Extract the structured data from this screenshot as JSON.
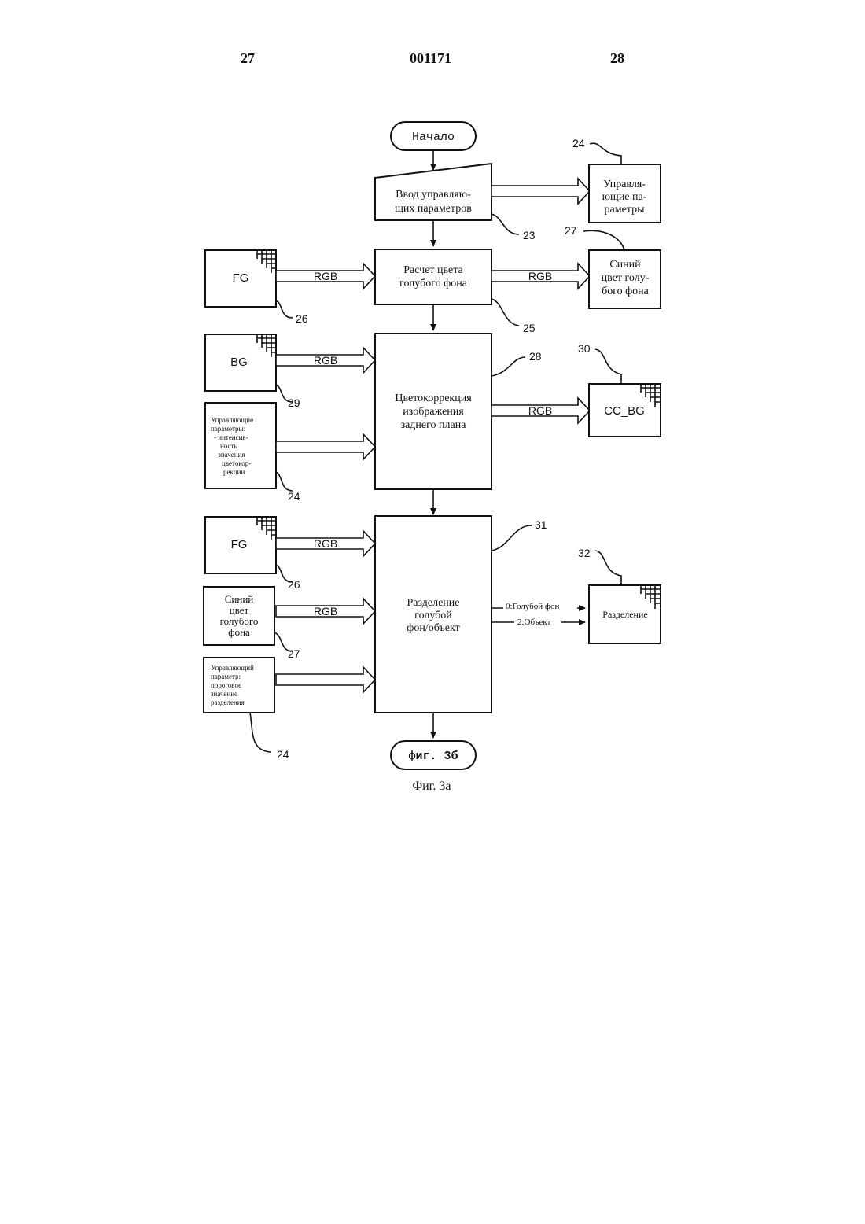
{
  "header": {
    "left_page": "27",
    "center_number": "001171",
    "right_page": "28"
  },
  "start": "Начало",
  "end": "фиг. 3б",
  "caption": "Фиг. 3а",
  "input_block": {
    "lines": [
      "Ввод управляю-",
      "щих параметров"
    ],
    "ref": "23"
  },
  "control_out": {
    "lines": [
      "Управля-",
      "ющие па-",
      "раметры"
    ],
    "ref": "24"
  },
  "calc_block": {
    "lines": [
      "Расчет цвета",
      "голубого фона"
    ],
    "ref": "25"
  },
  "blue_out": {
    "lines": [
      "Синий",
      "цвет голу-",
      "бого фона"
    ],
    "ref": "27"
  },
  "fg1": {
    "label": "FG",
    "ref": "26"
  },
  "bg": {
    "label": "BG",
    "ref": "29"
  },
  "cc_params": {
    "lines": [
      "Управляющие",
      "параметры:",
      "- интенсив-",
      "ность",
      "- значения",
      "цветокор-",
      "рекции"
    ],
    "ref": "24"
  },
  "cc_block": {
    "lines": [
      "Цветокоррекция",
      "изображения",
      "заднего плана"
    ],
    "ref": "28"
  },
  "cc_bg": {
    "label": "CC_BG",
    "ref": "30"
  },
  "fg2": {
    "label": "FG",
    "ref": "26"
  },
  "blue_in": {
    "lines": [
      "Синий",
      "цвет",
      "голубого",
      "фона"
    ],
    "ref": "27"
  },
  "sep_params": {
    "lines": [
      "Управляющий",
      "параметр:",
      "пороговое",
      "значение",
      "разделения"
    ],
    "ref": "24"
  },
  "sep_block": {
    "lines": [
      "Разделение",
      "голубой",
      "фон/объект"
    ],
    "ref": "31"
  },
  "sep_out": {
    "label": "Разделение",
    "ref": "32"
  },
  "sep_values": [
    "0:Голубой фон",
    "2:Объект"
  ],
  "arrow_label": "RGB"
}
